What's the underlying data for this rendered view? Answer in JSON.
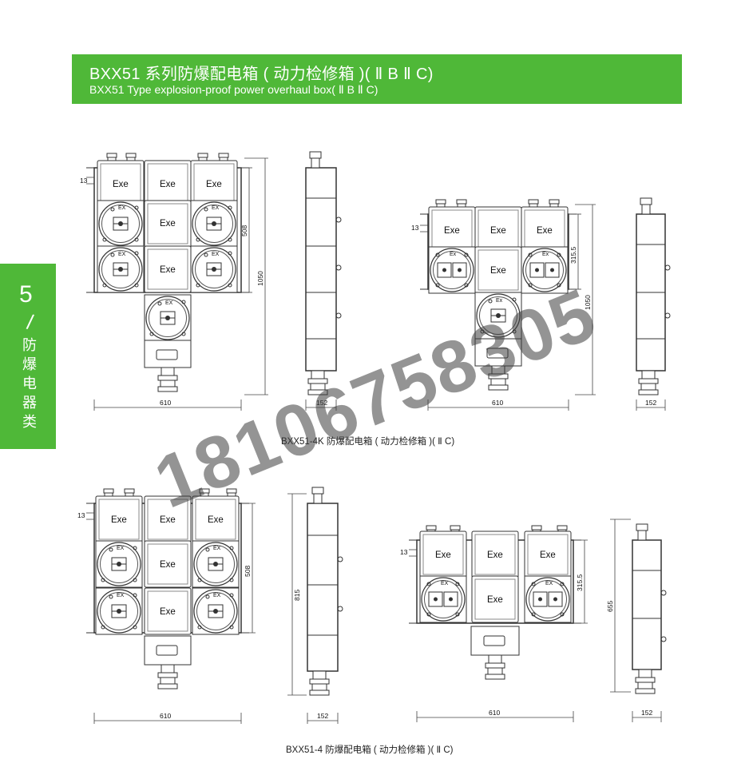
{
  "header": {
    "title_cn": "BXX51 系列防爆配电箱 ( 动力检修箱 )( Ⅱ B Ⅱ C)",
    "title_en": "BXX51 Type explosion-proof power overhaul box( Ⅱ B Ⅱ C)"
  },
  "side_tab": {
    "number": "5",
    "slash": "/",
    "category": "防爆电器类"
  },
  "captions": {
    "top": "BXX51-4K 防爆配电箱 ( 动力检修箱 )( Ⅱ C)",
    "bottom": "BXX51-4 防爆配电箱 ( 动力检修箱 )( Ⅱ C)"
  },
  "labels": {
    "exe": "Exe",
    "ex": "EX",
    "ex_small": "Ex"
  },
  "dims": {
    "d13": "13",
    "d508": "508",
    "d1050": "1050",
    "d610": "610",
    "d152": "152",
    "d315": "315.5",
    "d815": "815",
    "d655": "655"
  },
  "watermark": "18106758305",
  "colors": {
    "brand_green": "#4fb838",
    "line": "#333333"
  }
}
